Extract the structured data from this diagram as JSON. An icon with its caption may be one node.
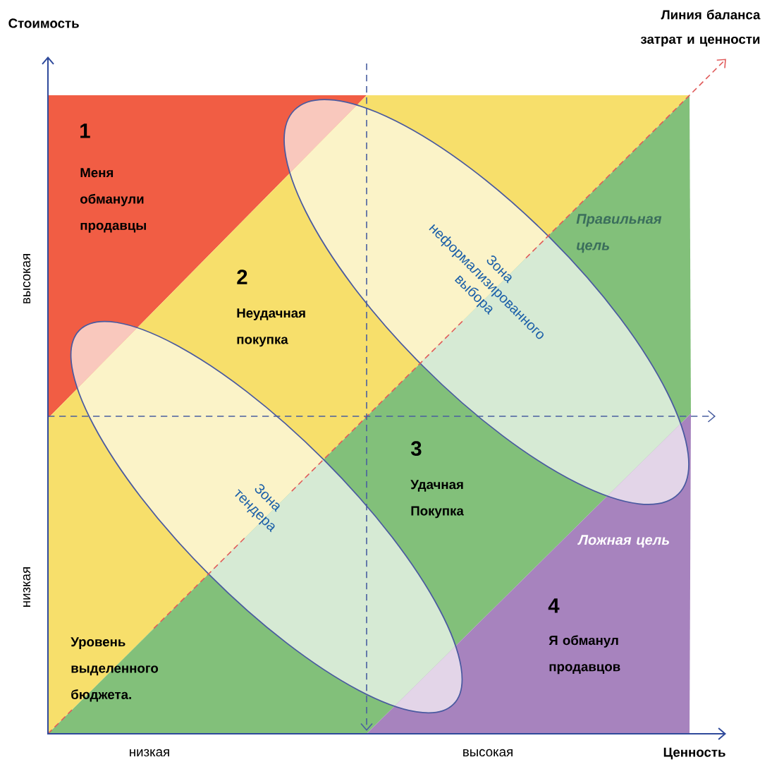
{
  "diagram": {
    "nodes": [
      {
        "text": [
          "Зона неформализированного выбора"
        ]
      },
      {
        "text": [
          "Зона тендера"
        ]
      }
    ],
    "labels": [
      "Стоимость",
      "Линия баланса затрат и ценности",
      "1",
      "Меня обманули продавцы",
      "Правильная цель",
      "высокая",
      "2",
      "Неудачная покупка",
      "3",
      "Удачная Покупка",
      "Ложная цель",
      "низкая",
      "4",
      "Я обманул продавцов",
      "Уровень выделенного бюджета.",
      "низкая",
      "высокая",
      "Ценность"
    ]
  }
}
